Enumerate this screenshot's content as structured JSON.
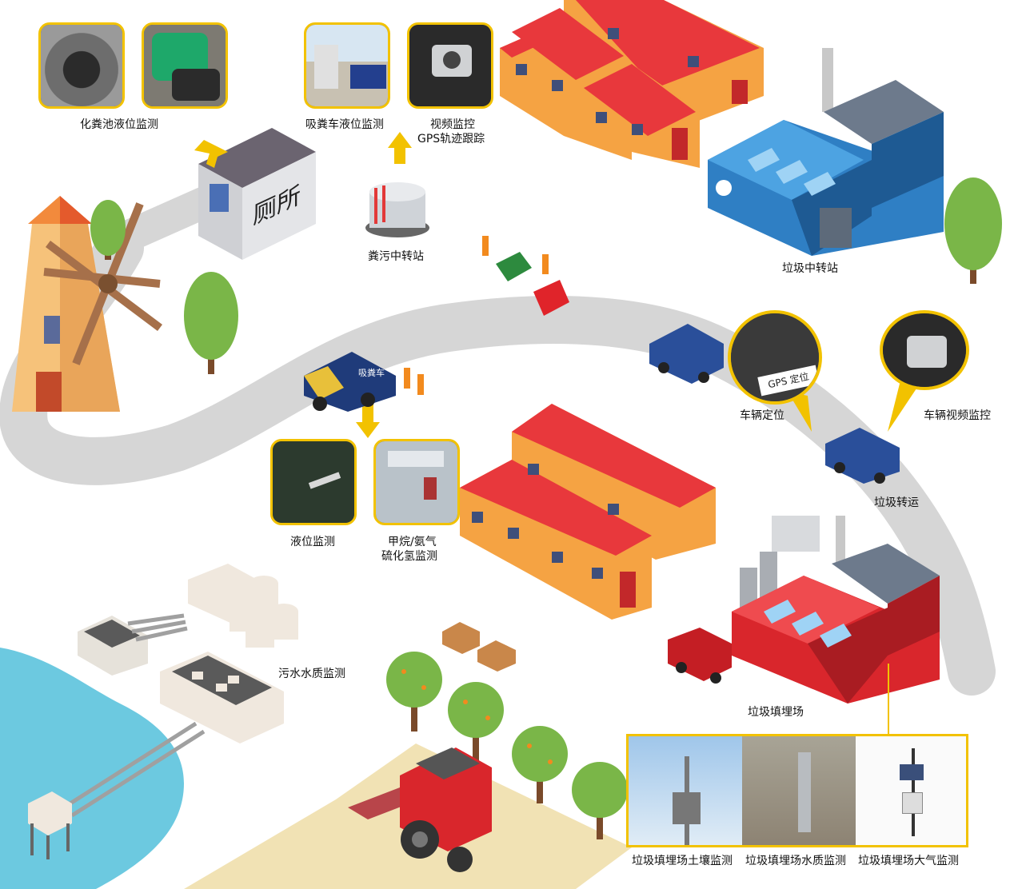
{
  "toilet_sign": "厕所",
  "truck_text": "吸粪车",
  "gps_tag": "GPS 定位",
  "labels": {
    "septic_level": "化粪池液位监测",
    "suction_level": "吸粪车液位监测",
    "video_gps_1": "视频监控",
    "video_gps_2": "GPS轨迹跟踪",
    "manure_station": "粪污中转站",
    "garbage_station": "垃圾中转站",
    "vehicle_location": "车辆定位",
    "vehicle_video": "车辆视频监控",
    "garbage_transport": "垃圾转运",
    "liquid_level": "液位监测",
    "gas_1": "甲烷/氨气",
    "gas_2": "硫化氢监测",
    "sewage_quality": "污水水质监测",
    "landfill": "垃圾填埋场",
    "soil": "垃圾填埋场土壤监测",
    "water": "垃圾填埋场水质监测",
    "air": "垃圾填埋场大气监测"
  },
  "colors": {
    "accent_yellow": "#f2c200",
    "road": "#d6d6d6",
    "roof_red": "#e8383c",
    "wall_orange": "#f5a343",
    "factory_blue": "#2f7fc4",
    "landfill_red": "#d9262c",
    "water": "#6cc9e0",
    "tree_green": "#7ab648"
  }
}
